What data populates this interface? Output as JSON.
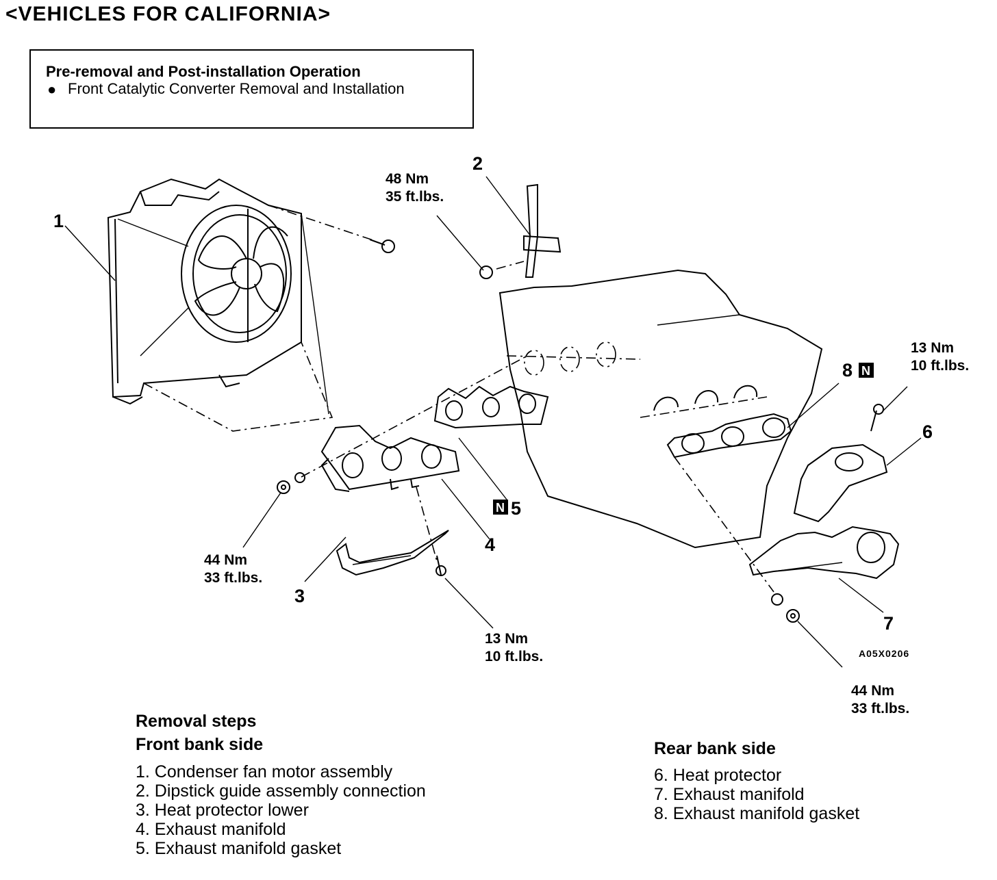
{
  "title": "<VEHICLES FOR CALIFORNIA>",
  "operation_box": {
    "heading": "Pre-removal and Post-installation Operation",
    "bullet": "●",
    "item": "Front Catalytic Converter Removal and Installation"
  },
  "callouts": {
    "c1": "1",
    "c2": "2",
    "c3": "3",
    "c4": "4",
    "c5": "5",
    "c6": "6",
    "c7": "7",
    "c8": "8",
    "new_part_mark": "N"
  },
  "torque": {
    "t_48": {
      "nm": "48 Nm",
      "ftlb": "35 ft.lbs."
    },
    "t_44_front": {
      "nm": "44 Nm",
      "ftlb": "33 ft.lbs."
    },
    "t_13_front": {
      "nm": "13 Nm",
      "ftlb": "10 ft.lbs."
    },
    "t_13_rear": {
      "nm": "13 Nm",
      "ftlb": "10 ft.lbs."
    },
    "t_44_rear": {
      "nm": "44 Nm",
      "ftlb": "33 ft.lbs."
    }
  },
  "figure_code": "A05X0206",
  "removal_steps": {
    "heading": "Removal steps",
    "front_heading": "Front bank side",
    "front_items": [
      "1. Condenser fan motor assembly",
      "2. Dipstick guide assembly connection",
      "3. Heat protector lower",
      "4. Exhaust manifold",
      "5. Exhaust manifold gasket"
    ],
    "rear_heading": "Rear bank side",
    "rear_items": [
      "6. Heat protector",
      "7. Exhaust manifold",
      "8. Exhaust manifold gasket"
    ]
  }
}
